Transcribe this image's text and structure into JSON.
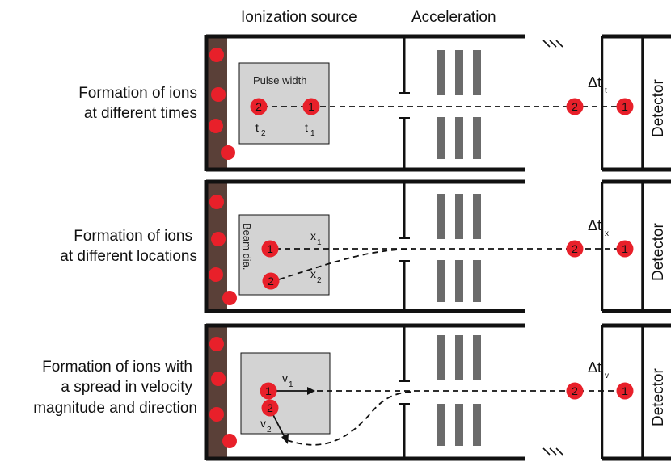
{
  "headers": {
    "ionization_source": "Ionization source",
    "acceleration": "Acceleration"
  },
  "rows": [
    {
      "label_lines": [
        "Formation of ions",
        "at different times"
      ],
      "box_label": "Pulse width",
      "delta_main": "Δt",
      "delta_sub": "t",
      "ion1": "1",
      "ion2": "2",
      "p2_main": "t",
      "p2_sub": "2",
      "p1_main": "t",
      "p1_sub": "1",
      "detector": "Detector"
    },
    {
      "label_lines": [
        "Formation of ions",
        "at different locations"
      ],
      "box_label": "Beam dia.",
      "delta_main": "Δt",
      "delta_sub": "x",
      "ion1": "1",
      "ion2": "2",
      "p1_main": "x",
      "p1_sub": "1",
      "p2_main": "x",
      "p2_sub": "2",
      "detector": "Detector"
    },
    {
      "label_lines": [
        "Formation of ions with",
        "a spread in velocity",
        "magnitude and direction"
      ],
      "delta_main": "Δt",
      "delta_sub": "v",
      "ion1": "1",
      "ion2": "2",
      "p1_main": "v",
      "p1_sub": "1",
      "p2_main": "v",
      "p2_sub": "2",
      "detector": "Detector"
    }
  ],
  "colors": {
    "ion_red": "#e8202a",
    "sample_brown": "#5a4038",
    "box_gray": "#d3d3d3",
    "grid_gray": "#6b6b6b",
    "wall_black": "#111111"
  }
}
